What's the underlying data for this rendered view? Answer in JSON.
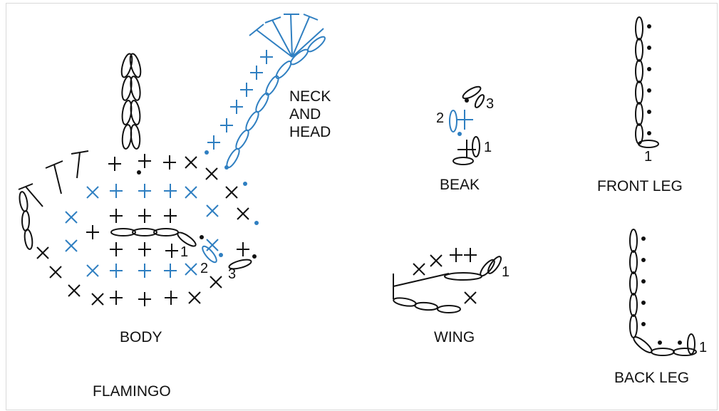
{
  "colors": {
    "black_stitch": "#111111",
    "blue_stitch": "#2f7fc1",
    "border": "#d9d9d9"
  },
  "labels": {
    "neck_line1": "NECK",
    "neck_line2": "AND",
    "neck_line3": "HEAD",
    "body": "BODY",
    "flamingo": "FLAMINGO",
    "beak": "BEAK",
    "wing": "WING",
    "front_leg": "FRONT LEG",
    "back_leg": "BACK LEG"
  },
  "round_numbers": {
    "body_1": "1",
    "body_2": "2",
    "body_3": "3",
    "beak_1": "1",
    "beak_2": "2",
    "beak_3": "3",
    "wing_1": "1",
    "front_leg_1": "1",
    "back_leg_1": "1"
  }
}
